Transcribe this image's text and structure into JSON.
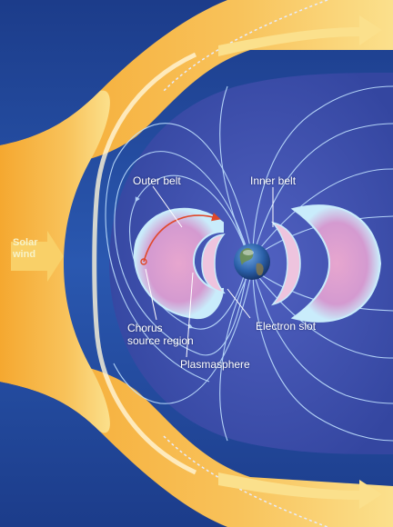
{
  "labels": {
    "solar_wind": [
      "Solar",
      "wind"
    ],
    "outer_belt": "Outer belt",
    "inner_belt": "Inner belt",
    "electron_slot": "Electron slot",
    "chorus_source_region": [
      "Chorus",
      "source region"
    ],
    "plasmasphere": "Plasmasphere"
  },
  "colors": {
    "background_top": "#1c3c8a",
    "background_mid": "#2a58b0",
    "magnetosphere": "#3a4ea8",
    "solar_wind_fill": "#f5b440",
    "field_lines": "#bfe0ff",
    "belt_outer": "#bfe8fb",
    "belt_inner": "#e8a0c8",
    "earth_ocean": "#2a5fa8",
    "chorus_path": "#e0482a"
  },
  "icons": {
    "planet": "earth-globe-icon",
    "wind_arrow": "arrow-right-icon"
  }
}
